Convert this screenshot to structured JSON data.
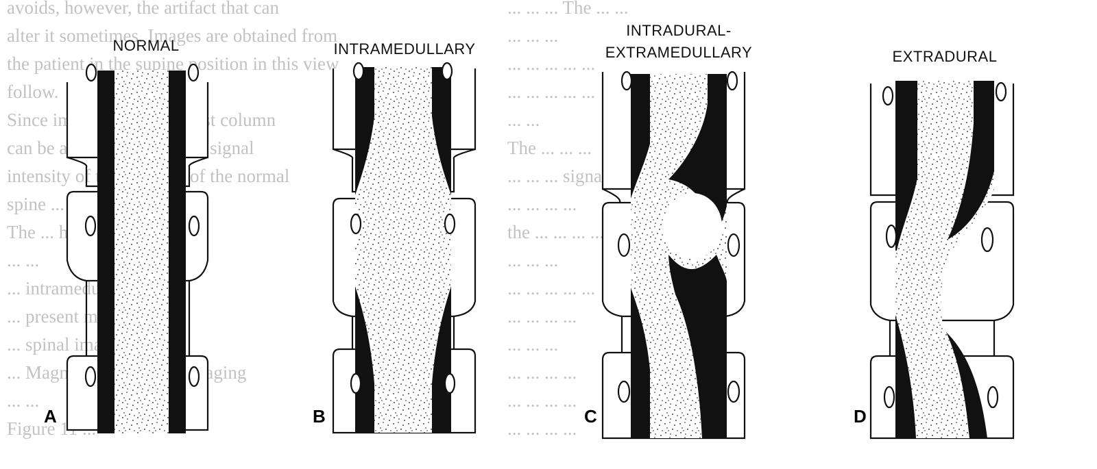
{
  "panels": [
    {
      "id": "A",
      "letter": "A",
      "title_lines": [
        "NORMAL"
      ]
    },
    {
      "id": "B",
      "letter": "B",
      "title_lines": [
        "INTRAMEDULLARY"
      ]
    },
    {
      "id": "C",
      "letter": "C",
      "title_lines": [
        "INTRADURAL-",
        "EXTRAMEDULLARY"
      ]
    },
    {
      "id": "D",
      "letter": "D",
      "title_lines": [
        "EXTRADURAL"
      ]
    }
  ],
  "background_text": {
    "left_page": [
      "avoids, however, the artifact that can",
      "alter it sometimes. Images are obtained from",
      "the patient in the supine position in this view",
      "follow.",
      "  Since images of the contrast column",
      "can be assessed with the ... signal",
      "intensity of the spinal ... of the normal",
      "spine ... extradural ...",
      "The ... high ... image",
      "... ...",
      "... intramedullary ...",
      "... present may ...",
      "... spinal image.",
      "... Magnetic Resonance Imaging",
      "... ...",
      "Figure 11 ..."
    ],
    "right_page": [
      "... ... ... The ... ...",
      "... ... ...",
      "... ... ... ... ...",
      "... ... ... ... ...",
      "... ...",
      "  The ... ... ...",
      "... ... ... signal ...",
      "... ... ... ...",
      "the ... ... ... ...",
      "... ... ...",
      "... ... ... ... ...",
      "... ... ... ...",
      "... ... ...",
      "... ... ... ...",
      "... ... ... ...",
      "... ... ... ..."
    ]
  },
  "colors": {
    "ink": "#111111",
    "background": "#ffffff",
    "bleed_through": "#c2c2c2"
  }
}
